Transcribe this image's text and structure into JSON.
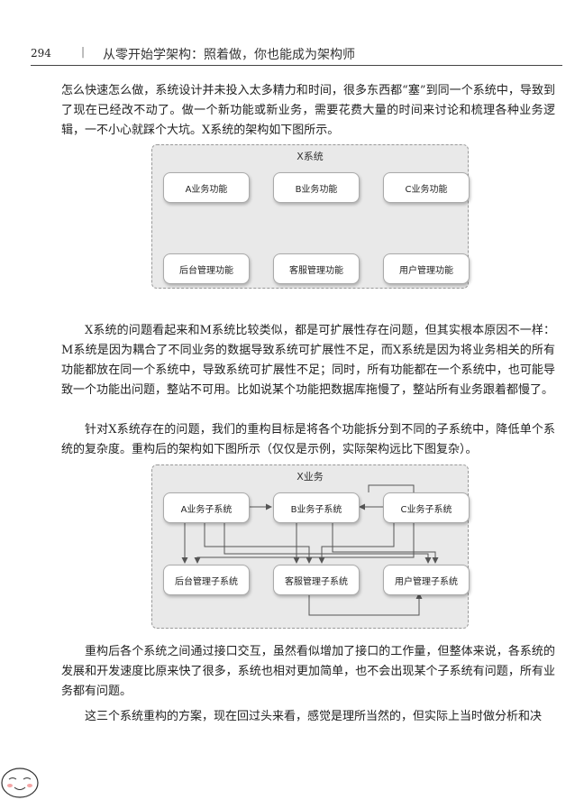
{
  "header": {
    "page_number": "294",
    "separator": "|",
    "book_title": "从零开始学架构：照着做，你也能成为架构师"
  },
  "paragraphs": {
    "p1": "怎么快速怎么做，系统设计并未投入太多精力和时间，很多东西都“塞”到同一个系统中，导致到了现在已经改不动了。做一个新功能或新业务，需要花费大量的时间来讨论和梳理各种业务逻辑，一不小心就踩个大坑。X系统的架构如下图所示。",
    "p2": "X系统的问题看起来和M系统比较类似，都是可扩展性存在问题，但其实根本原因不一样：M系统是因为耦合了不同业务的数据导致系统可扩展性不足，而X系统是因为将业务相关的所有功能都放在同一个系统中，导致系统可扩展性不足；同时，所有功能都在一个系统中，也可能导致一个功能出问题，整站不可用。比如说某个功能把数据库拖慢了，整站所有业务跟着都慢了。",
    "p3": "针对X系统存在的问题，我们的重构目标是将各个功能拆分到不同的子系统中，降低单个系统的复杂度。重构后的架构如下图所示（仅仅是示例，实际架构远比下图复杂）。",
    "p4": "重构后各个系统之间通过接口交互，虽然看似增加了接口的工作量，但整体来说，各系统的发展和开发速度比原来快了很多，系统也相对更加简单，也不会出现某个子系统有问题，所有业务都有问题。",
    "p5": "这三个系统重构的方案，现在回过头来看，感觉是理所当然的，但实际上当时做分析和决"
  },
  "figure1": {
    "title": "X系统",
    "boxes": [
      "A业务功能",
      "B业务功能",
      "C业务功能",
      "后台管理功能",
      "客服管理功能",
      "用户管理功能"
    ]
  },
  "figure2": {
    "title": "X业务",
    "boxes": [
      "A业务子系统",
      "B业务子系统",
      "C业务子系统",
      "后台管理子系统",
      "客服管理子系统",
      "用户管理子系统"
    ]
  },
  "icons": {
    "mascot": "smiling-face-sticker-icon"
  },
  "colors": {
    "figure_bg": "#e9e9e9",
    "box_bg": "#ffffff",
    "wire": "#555555"
  }
}
